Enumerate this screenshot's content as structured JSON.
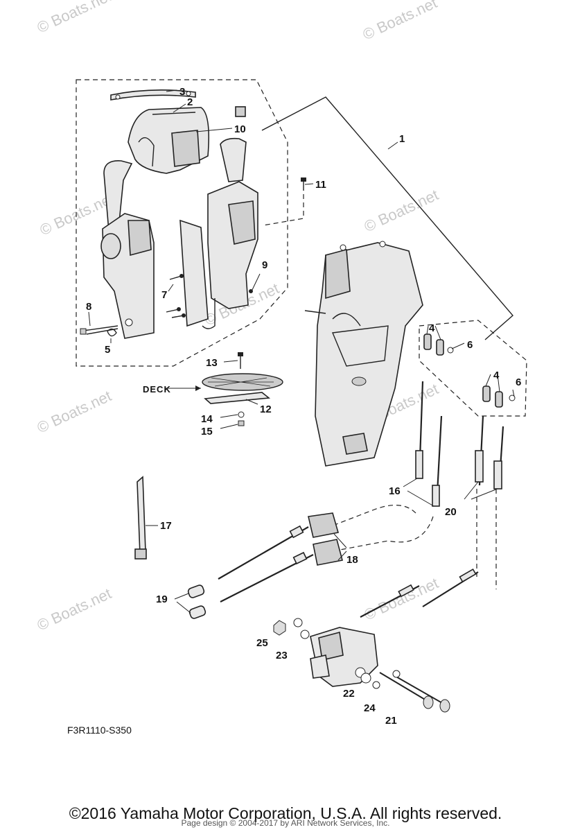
{
  "watermarks": [
    "© Boats.net",
    "© Boats.net",
    "© Boats.net",
    "© Boats.net",
    "© Boats.net",
    "© Boats.net",
    "© Boats.net",
    "© Boats.net",
    "© Boats.net"
  ],
  "callouts": {
    "c1": "1",
    "c2": "2",
    "c3": "3",
    "c4a": "4",
    "c4b": "4",
    "c5": "5",
    "c6a": "6",
    "c6b": "6",
    "c7": "7",
    "c8": "8",
    "c9": "9",
    "c10": "10",
    "c11": "11",
    "c12": "12",
    "c13": "13",
    "c14": "14",
    "c15": "15",
    "c16": "16",
    "c17": "17",
    "c18": "18",
    "c19": "19",
    "c20": "20",
    "c21": "21",
    "c22": "22",
    "c23": "23",
    "c24": "24",
    "c25": "25"
  },
  "deck_label": "DECK",
  "diagram_code": "F3R1110-S350",
  "copyright": "©2016 Yamaha Motor Corporation, U.S.A. All rights reserved.",
  "credit": "Page design © 2004-2017 by ARI Network Services, Inc."
}
